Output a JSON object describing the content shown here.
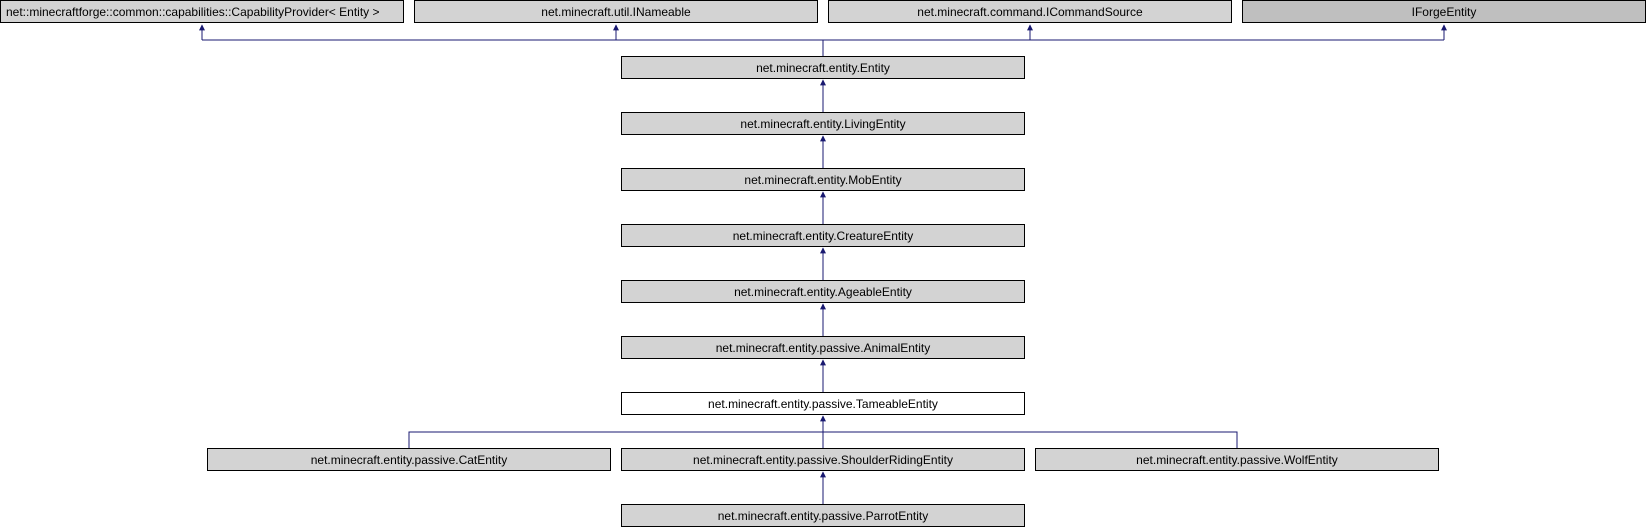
{
  "diagram": {
    "nodes": {
      "capability_provider": "net::minecraftforge::common::capabilities::CapabilityProvider< Entity >",
      "inameable": "net.minecraft.util.INameable",
      "icommand_source": "net.minecraft.command.ICommandSource",
      "iforge_entity": "IForgeEntity",
      "entity": "net.minecraft.entity.Entity",
      "living_entity": "net.minecraft.entity.LivingEntity",
      "mob_entity": "net.minecraft.entity.MobEntity",
      "creature_entity": "net.minecraft.entity.CreatureEntity",
      "ageable_entity": "net.minecraft.entity.AgeableEntity",
      "animal_entity": "net.minecraft.entity.passive.AnimalEntity",
      "tameable_entity": "net.minecraft.entity.passive.TameableEntity",
      "cat_entity": "net.minecraft.entity.passive.CatEntity",
      "shoulder_riding_entity": "net.minecraft.entity.passive.ShoulderRidingEntity",
      "wolf_entity": "net.minecraft.entity.passive.WolfEntity",
      "parrot_entity": "net.minecraft.entity.passive.ParrotEntity"
    },
    "colors": {
      "edge": "#191970",
      "node_fill": "#d3d3d3",
      "external_fill": "#bfbfbf",
      "current_fill": "#ffffff",
      "border": "#000000"
    }
  }
}
